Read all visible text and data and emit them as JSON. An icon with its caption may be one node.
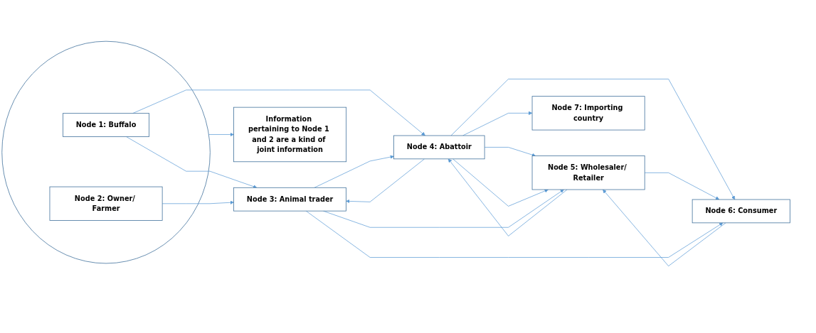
{
  "diagram": {
    "nodes": [
      {
        "text": [],
        "shape": "circle"
      },
      {
        "text": [
          "Node 1: Buffalo"
        ],
        "in": 0
      },
      {
        "text": [
          "Node 2: Owner/ Farmer"
        ],
        "in": 0
      },
      {
        "text": [
          "Node 3: Animal trader"
        ]
      },
      {
        "text": [
          "Node 4: Abattoir"
        ]
      },
      {
        "text": [
          "Node 5: Wholesaler/ Retailer"
        ]
      },
      {
        "text": [
          "Node 6: Consumer"
        ]
      },
      {
        "text": [
          "Node 7: Importing country"
        ]
      },
      {
        "text": [
          "Information pertaining to Node 1 and 2 are a kind of joint information"
        ]
      }
    ],
    "edges": [
      {
        "from": 1,
        "to": 3,
        "arrow": "to"
      },
      {
        "from": 2,
        "to": 3,
        "arrow": "to"
      },
      {
        "from": 1,
        "to": 4,
        "arrow": "to"
      },
      {
        "from": 3,
        "to": 4,
        "arrow": "to"
      },
      {
        "from": 4,
        "to": 3,
        "arrow": "to"
      },
      {
        "from": 4,
        "to": 5,
        "arrow": "to"
      },
      {
        "from": 4,
        "to": 6,
        "arrow": "to"
      },
      {
        "from": 4,
        "to": 5,
        "arrow": "to"
      },
      {
        "from": 5,
        "to": 4,
        "arrow": "to"
      },
      {
        "from": 5,
        "to": 6,
        "arrow": "to"
      },
      {
        "from": 6,
        "to": 5,
        "arrow": "to"
      },
      {
        "from": 3,
        "to": 5,
        "arrow": "to"
      },
      {
        "from": 3,
        "to": 6,
        "arrow": "to"
      },
      {
        "from": 4,
        "to": 7,
        "arrow": "to"
      },
      {
        "from": 0,
        "to": 8,
        "arrow": "to"
      }
    ]
  }
}
